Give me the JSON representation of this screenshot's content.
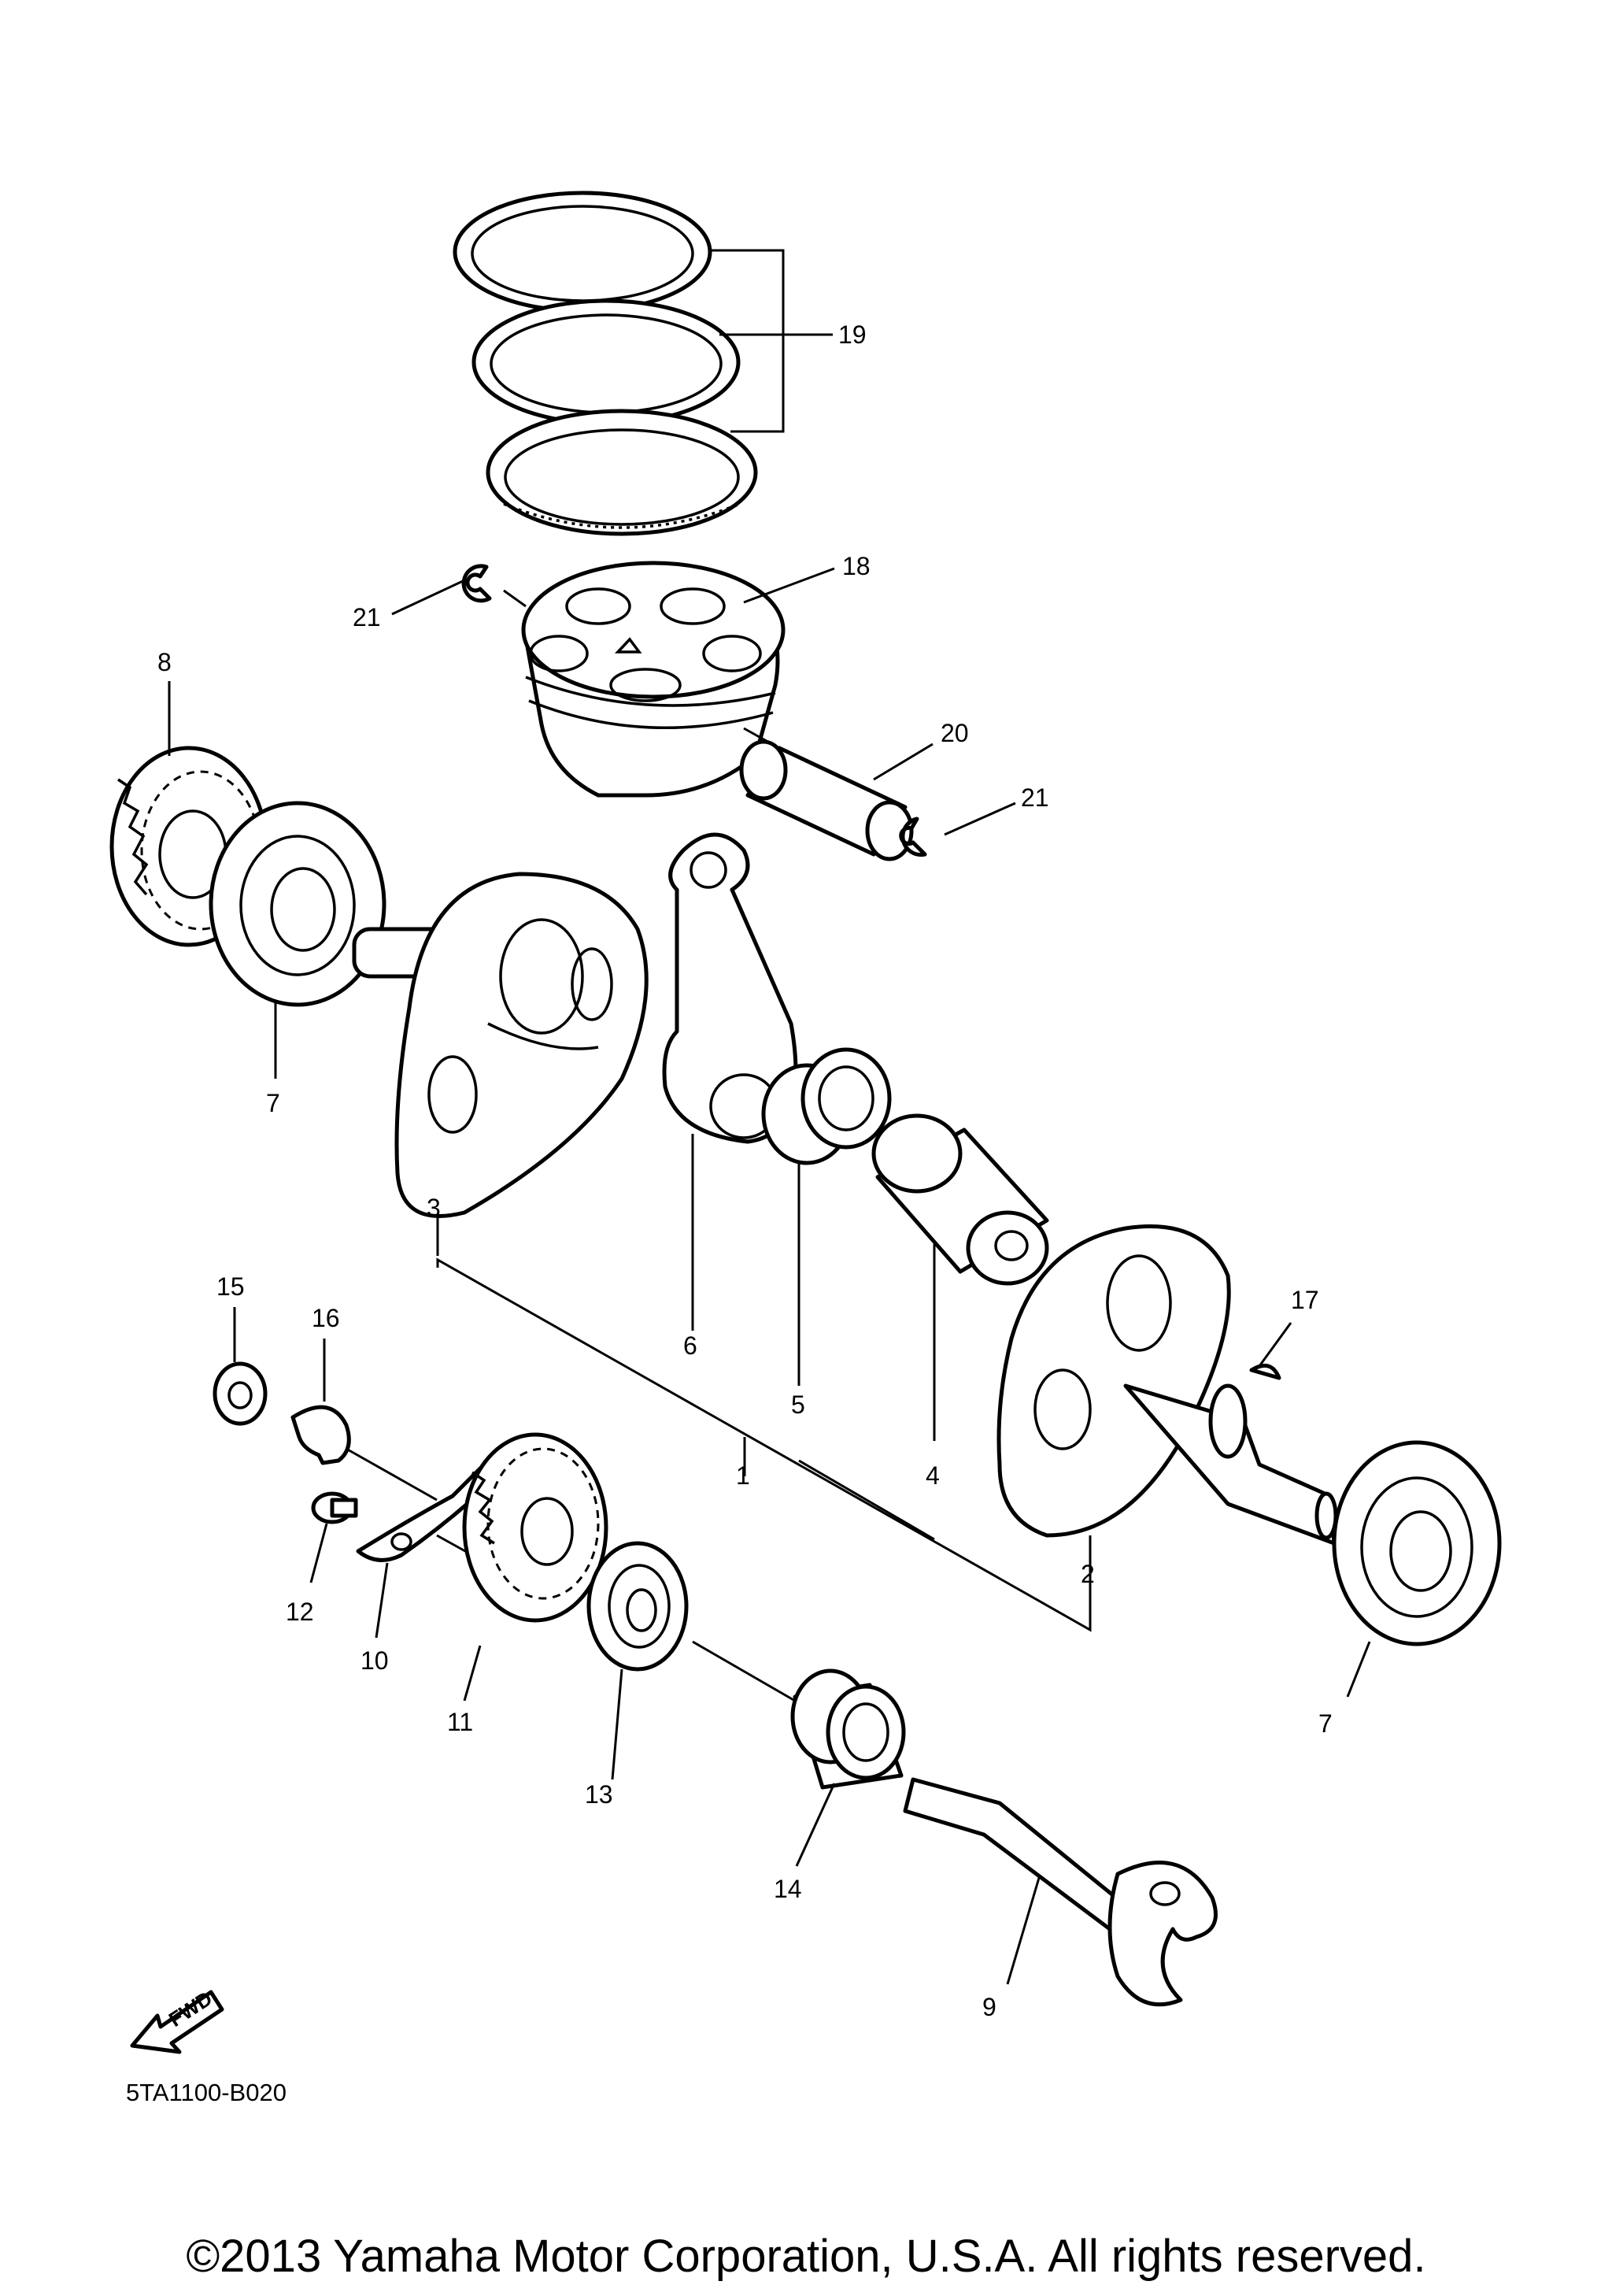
{
  "diagram": {
    "callouts": {
      "c1": "1",
      "c2": "2",
      "c3": "3",
      "c4": "4",
      "c5": "5",
      "c6": "6",
      "c7a": "7",
      "c7b": "7",
      "c8": "8",
      "c9": "9",
      "c10": "10",
      "c11": "11",
      "c12": "12",
      "c13": "13",
      "c14": "14",
      "c15": "15",
      "c16": "16",
      "c17": "17",
      "c18": "18",
      "c19": "19",
      "c20": "20",
      "c21a": "21",
      "c21b": "21"
    },
    "fwd_label": "FWD",
    "diagram_code": "5TA1100-B020"
  },
  "footer": {
    "copyright": "©2013 Yamaha Motor Corporation, U.S.A. All rights reserved."
  }
}
